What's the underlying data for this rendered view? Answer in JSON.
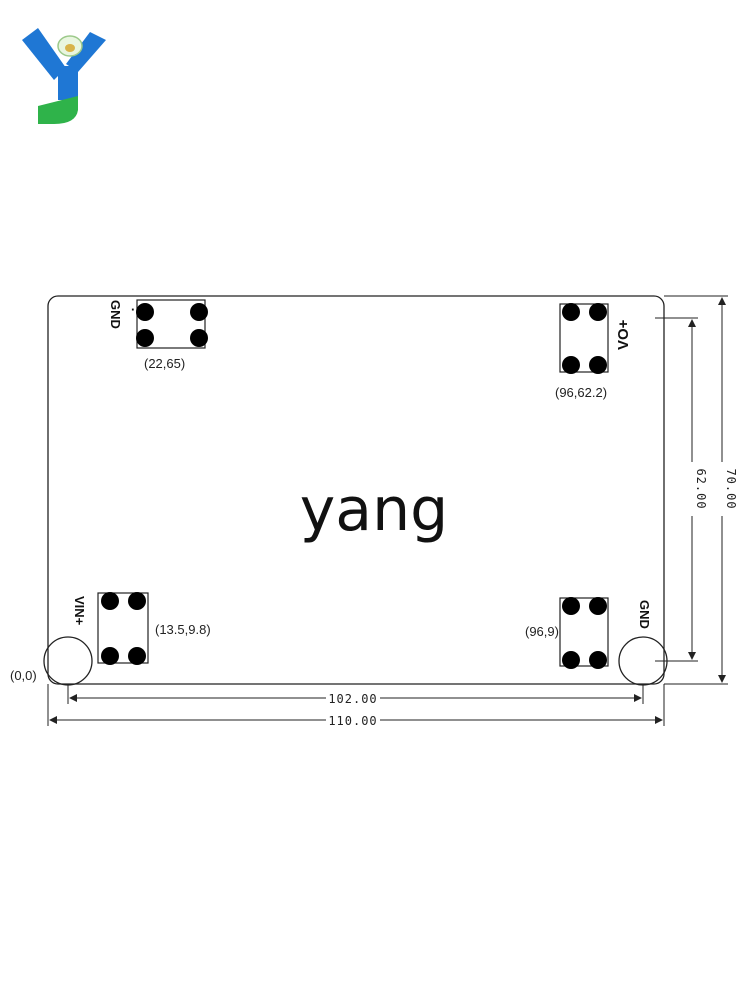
{
  "watermark": "yang",
  "origin_label": "(0,0)",
  "connectors": [
    {
      "id": "top-left",
      "pin_label": "GND",
      "coord_label": "(22,65)"
    },
    {
      "id": "top-right",
      "pin_label": "VO+",
      "coord_label": "(96,62.2)"
    },
    {
      "id": "bottom-left",
      "pin_label": "VIN+",
      "coord_label": "(13.5,9.8)"
    },
    {
      "id": "bottom-right",
      "pin_label": "GND",
      "coord_label": "(96,9)"
    }
  ],
  "dimensions": {
    "inner_width": "102.00",
    "outer_width": "110.00",
    "inner_height": "62.00",
    "outer_height": "70.00"
  },
  "colors": {
    "logo_blue": "#1f77d4",
    "logo_green": "#2fb34a",
    "line": "#222222"
  }
}
